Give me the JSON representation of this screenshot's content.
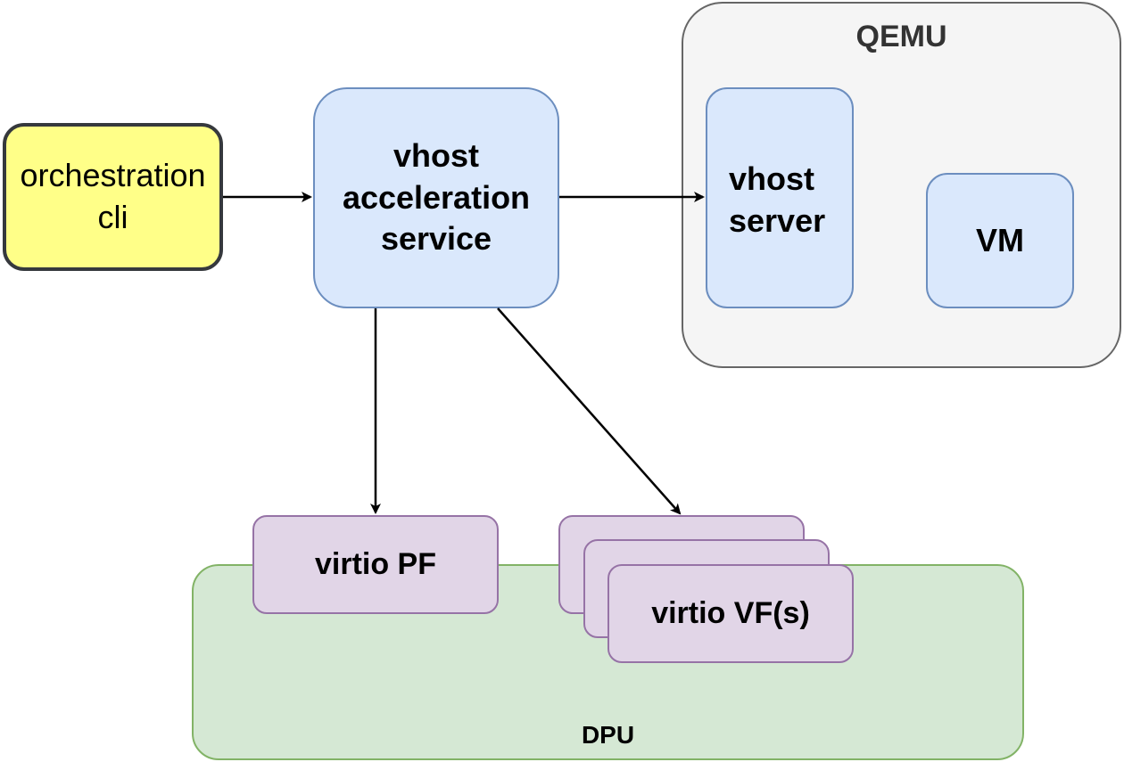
{
  "containers": {
    "qemu": "QEMU",
    "dpu": "DPU"
  },
  "nodes": {
    "orchestration_cli": "orchestration\ncli",
    "vhost_acceleration_service": "vhost\nacceleration\nservice",
    "vhost_server": "vhost\nserver",
    "vm": "VM",
    "virtio_pf": "virtio PF",
    "virtio_vf": "virtio VF(s)"
  },
  "edges": [
    {
      "from": "orchestration cli",
      "to": "vhost acceleration service"
    },
    {
      "from": "vhost acceleration service",
      "to": "vhost server"
    },
    {
      "from": "vhost acceleration service",
      "to": "virtio PF"
    },
    {
      "from": "vhost acceleration service",
      "to": "virtio VF(s)"
    }
  ],
  "colors": {
    "orchestration_fill": "#ffff88",
    "blue_fill": "#dae8fc",
    "blue_stroke": "#6c8ebf",
    "purple_fill": "#e1d5e7",
    "purple_stroke": "#9673a6",
    "dpu_fill": "#d5e8d4",
    "dpu_stroke": "#82b366",
    "qemu_fill": "#f5f5f5",
    "qemu_stroke": "#666666"
  }
}
